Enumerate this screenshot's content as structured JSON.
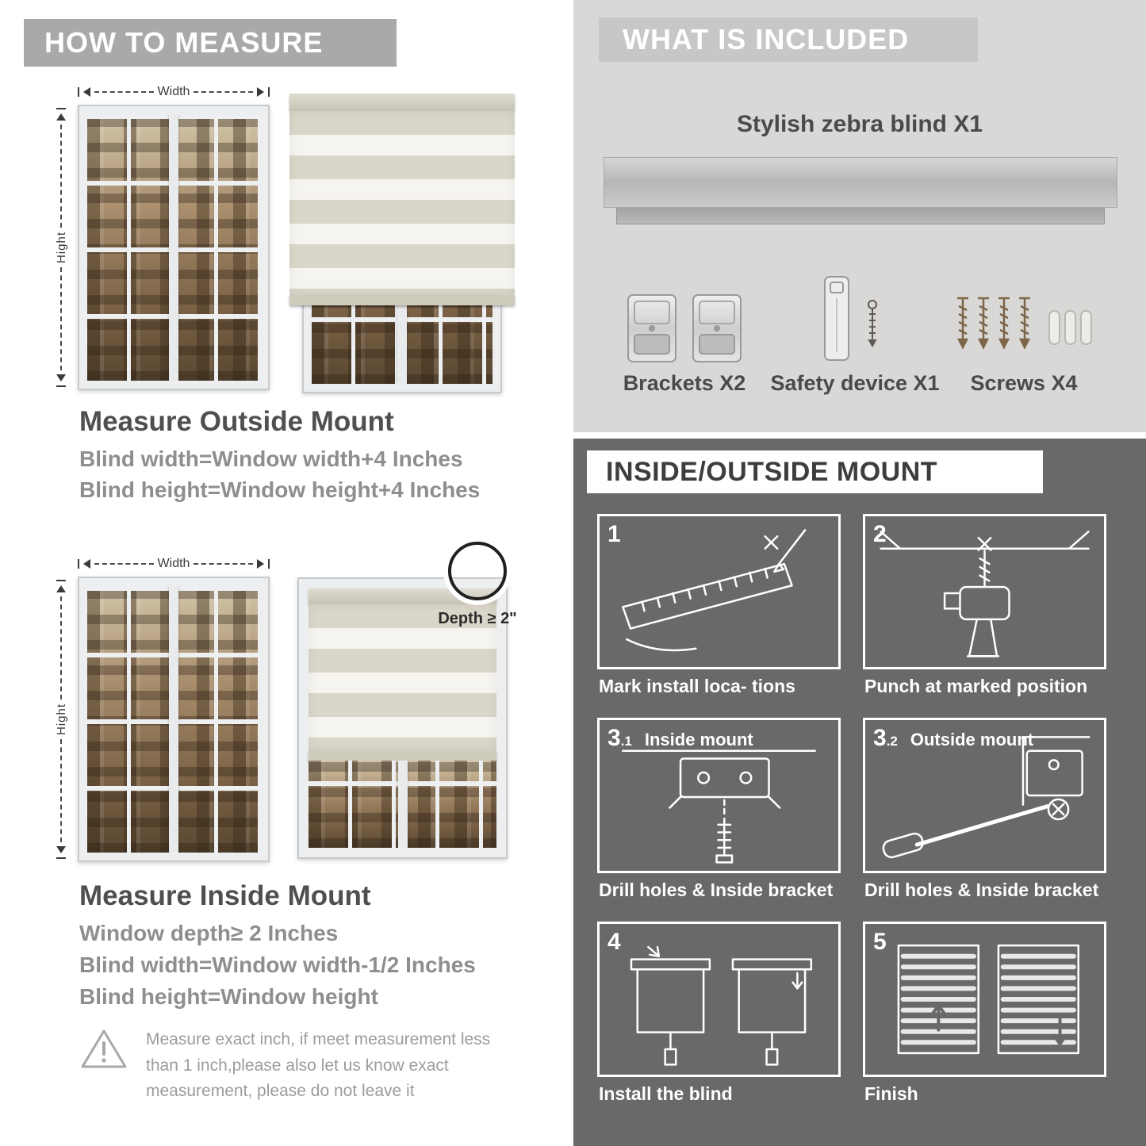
{
  "left": {
    "header": "HOW TO MEASURE",
    "outside": {
      "width_label": "Width",
      "height_label": "Hight",
      "title": "Measure Outside Mount",
      "lines": [
        "Blind width=Window width+4 Inches",
        "Blind height=Window height+4 Inches"
      ]
    },
    "inside": {
      "width_label": "Width",
      "height_label": "Hight",
      "depth_label": "Depth ≥ 2\"",
      "title": "Measure Inside Mount",
      "lines": [
        "Window depth≥ 2 Inches",
        "Blind width=Window width-1/2 Inches",
        "Blind height=Window height"
      ]
    },
    "warning": "Measure exact inch, if meet measurement less than 1 inch,please also let us know exact measurement, please do not leave it"
  },
  "right": {
    "included": {
      "header": "WHAT IS INCLUDED",
      "product": "Stylish zebra blind X1",
      "items": [
        {
          "label": "Brackets X2"
        },
        {
          "label": "Safety device X1"
        },
        {
          "label": "Screws X4"
        }
      ]
    },
    "mount": {
      "header": "INSIDE/OUTSIDE MOUNT",
      "steps": [
        {
          "num": "1",
          "sub": "",
          "label": "",
          "caption": "Mark install loca- tions"
        },
        {
          "num": "2",
          "sub": "",
          "label": "",
          "caption": "Punch at  marked position"
        },
        {
          "num": "3",
          "sub": ".1",
          "label": "Inside mount",
          "caption": "Drill holes &  Inside bracket"
        },
        {
          "num": "3",
          "sub": ".2",
          "label": "Outside mount",
          "caption": "Drill holes &  Inside bracket"
        },
        {
          "num": "4",
          "sub": "",
          "label": "",
          "caption": "Install the blind"
        },
        {
          "num": "5",
          "sub": "",
          "label": "",
          "caption": "Finish"
        }
      ]
    }
  },
  "colors": {
    "howto_banner": "#a9a9a9",
    "included_bg": "#d9d8d6",
    "included_banner": "#c8c7c5",
    "mount_bg": "#696969",
    "heading_text": "#4f4f4f",
    "body_text": "#8e8e8e",
    "stripe_beige": "#dad6c9"
  }
}
